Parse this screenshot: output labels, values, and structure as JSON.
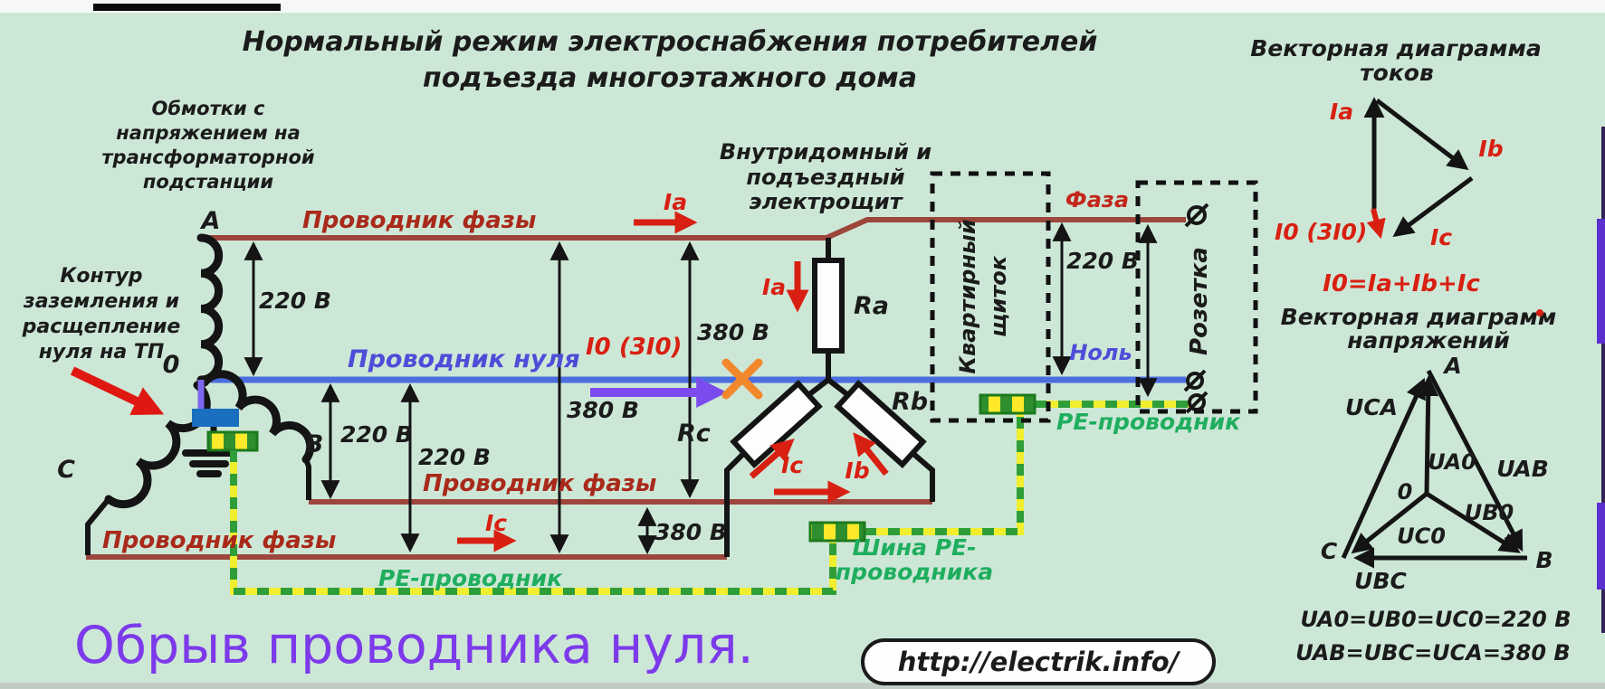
{
  "title": {
    "line1": "Нормальный режим электроснабжения потребителей",
    "line2": "подъезда многоэтажного дома"
  },
  "left": {
    "windings_caption": {
      "l1": "Обмотки с",
      "l2": "напряжением на",
      "l3": "трансформаторной",
      "l4": "подстанции"
    },
    "ground_caption": {
      "l1": "Контур",
      "l2": "заземления и",
      "l3": "расщепление",
      "l4": "нуля на ТП"
    },
    "terminal_a": "A",
    "terminal_b": "B",
    "terminal_c": "C",
    "terminal_0": "0"
  },
  "wires": {
    "phase_top_label": "Проводник фазы",
    "phase_mid_label": "Проводник фазы",
    "phase_bottom_label": "Проводник фазы",
    "neutral_label": "Проводник нуля",
    "pe_left_label": "PE-проводник",
    "pe_right_label": "PE-проводник",
    "pe_bus_l1": "Шина PE-",
    "pe_bus_l2": "проводника"
  },
  "dims": {
    "v220": "220 В",
    "v380": "380 В"
  },
  "currents": {
    "ia": "Ia",
    "ib": "Ib",
    "ic": "Ic",
    "i0": "I0 (3I0)"
  },
  "loads": {
    "ra": "Ra",
    "rb": "Rb",
    "rc": "Rc"
  },
  "panels": {
    "house_l1": "Внутридомный и",
    "house_l2": "подъездный",
    "house_l3": "электрощит",
    "apt_l1": "Квартирный",
    "apt_l2": "щиток",
    "socket": "Розетка",
    "phase": "Фаза",
    "neutral": "Ноль"
  },
  "vector_currents": {
    "t1": "Векторная диаграмма",
    "t2": "токов",
    "ia": "Ia",
    "ib": "Ib",
    "ic": "Ic",
    "i0": "I0 (3I0)",
    "formula": "I0=Ia+Ib+Ic"
  },
  "vector_voltages": {
    "t1": "Векторная диаграмм",
    "t2": "напряжений",
    "a": "A",
    "b": "B",
    "c": "C",
    "o": "0",
    "uca": "UCA",
    "uab": "UAB",
    "ubc": "UBC",
    "ua0": "UA0",
    "ub0": "UB0",
    "uc0": "UC0",
    "f220": "UA0=UB0=UC0=220 В",
    "f380": "UAB=UBC=UCA=380 В"
  },
  "footer": {
    "break_caption": "Обрыв проводника нуля.",
    "site_badge": "http://electrik.info/"
  },
  "colors": {
    "background": "#cde7d7",
    "phase_wire": "#9c463c",
    "neutral_wire": "#4a6ede",
    "pe_yellow": "#f0ee2f",
    "pe_green": "#2f9e38",
    "current_red": "#d82012",
    "label_dark_red": "#a9291a",
    "label_blue": "#4d4dd8",
    "label_green": "#1fae5e",
    "break_purple": "#7c3aea",
    "break_orange": "#f2882c"
  }
}
